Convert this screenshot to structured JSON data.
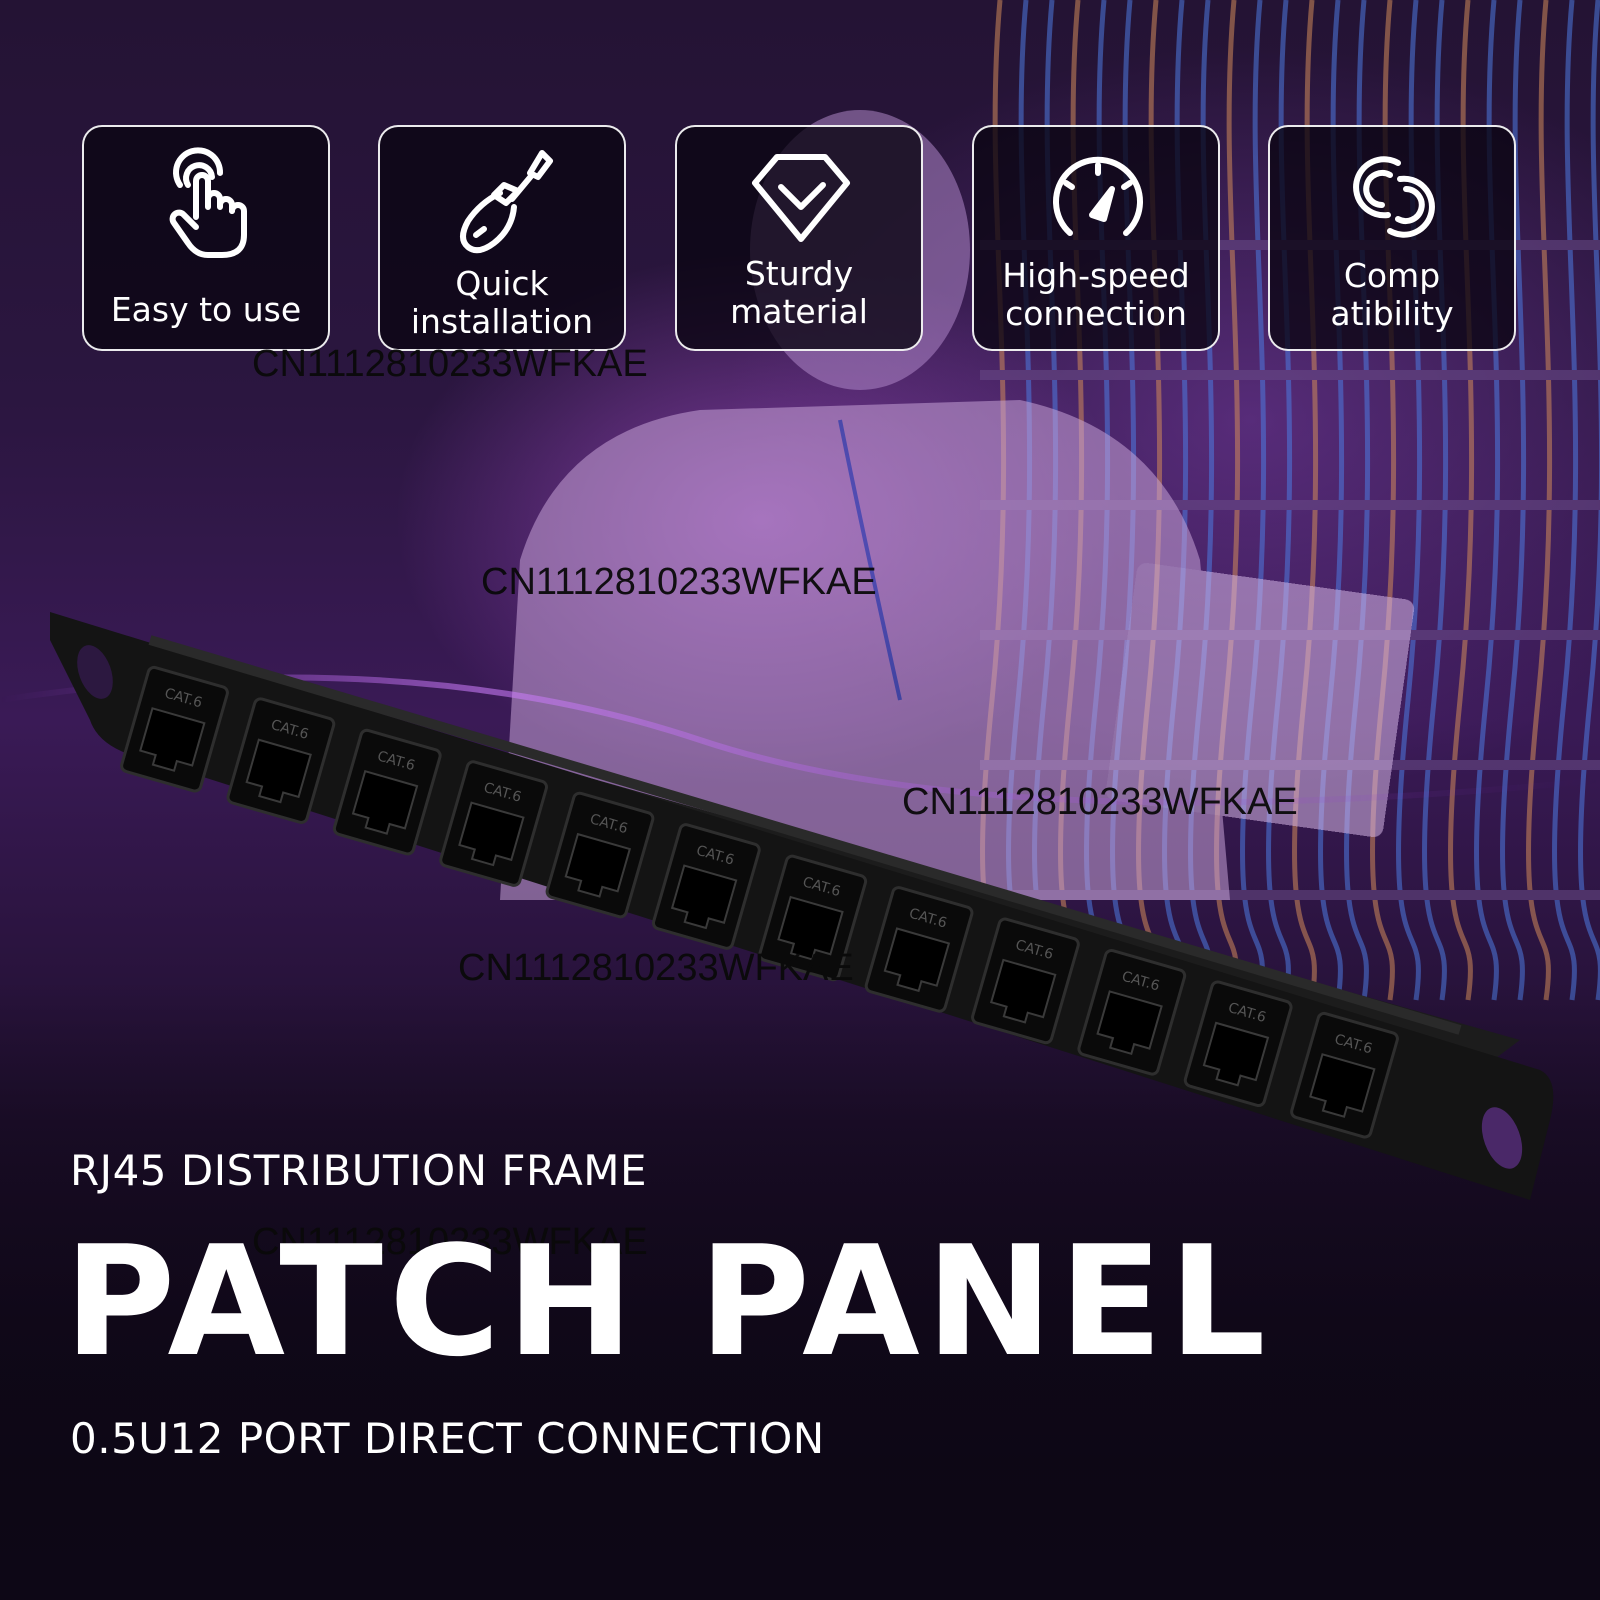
{
  "features": [
    {
      "icon": "hand-tap-icon",
      "label": "Easy to use"
    },
    {
      "icon": "screwdriver-icon",
      "label": "Quick\ninstallation"
    },
    {
      "icon": "diamond-check-icon",
      "label": "Sturdy\nmaterial"
    },
    {
      "icon": "speedometer-icon",
      "label": "High-speed\nconnection"
    },
    {
      "icon": "linked-rings-icon",
      "label": "Comp\natibility"
    }
  ],
  "watermarks": [
    "CN1112810233WFKAE",
    "CN1112810233WFKAE",
    "CN1112810233WFKAE",
    "CN1112810233WFKAE",
    "CN1112810233WFKAE"
  ],
  "product": {
    "port_label": "CAT.6",
    "port_count": 12,
    "subtitle_top": "RJ45 DISTRIBUTION FRAME",
    "title": "PATCH PANEL",
    "subtitle_bottom": "0.5U12 PORT DIRECT CONNECTION"
  },
  "colors": {
    "accent_purple": "#9b3fd6",
    "panel_black": "#141414",
    "text_white": "#ffffff"
  }
}
